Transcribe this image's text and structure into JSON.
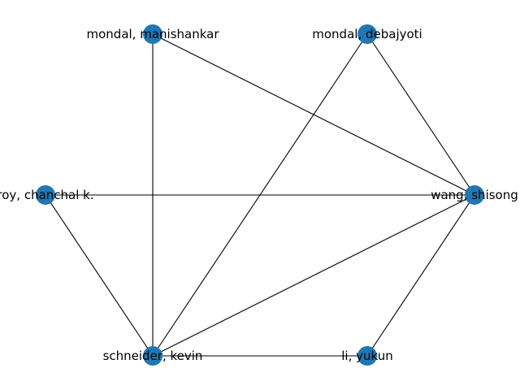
{
  "graph": {
    "node_color": "#1f77b4",
    "edge_color": "#000000",
    "nodes": [
      {
        "id": "mondal_manishankar",
        "label": "mondal, manishankar"
      },
      {
        "id": "mondal_debajyoti",
        "label": "mondal, debajyoti"
      },
      {
        "id": "roy_chanchal",
        "label": "roy, chanchal k."
      },
      {
        "id": "wang_shisong",
        "label": "wang, shisong"
      },
      {
        "id": "schneider_kevin",
        "label": "schneider, kevin"
      },
      {
        "id": "li_yukun",
        "label": "li, yukun"
      }
    ],
    "edges": [
      [
        "mondal_manishankar",
        "wang_shisong"
      ],
      [
        "mondal_manishankar",
        "schneider_kevin"
      ],
      [
        "mondal_debajyoti",
        "wang_shisong"
      ],
      [
        "mondal_debajyoti",
        "schneider_kevin"
      ],
      [
        "roy_chanchal",
        "wang_shisong"
      ],
      [
        "roy_chanchal",
        "schneider_kevin"
      ],
      [
        "wang_shisong",
        "schneider_kevin"
      ],
      [
        "wang_shisong",
        "li_yukun"
      ],
      [
        "schneider_kevin",
        "li_yukun"
      ]
    ]
  }
}
